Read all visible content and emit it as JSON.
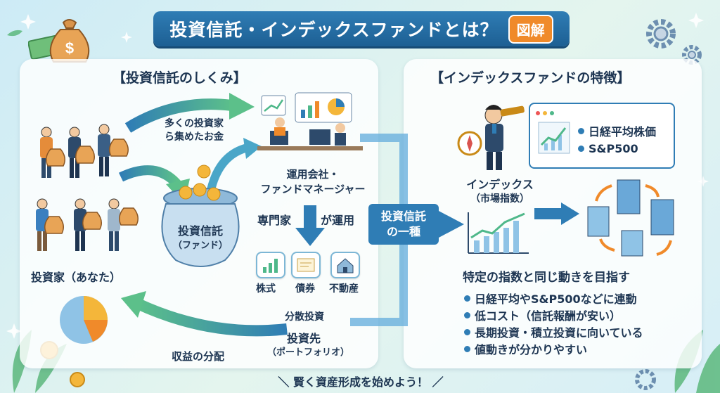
{
  "header": {
    "title": "投資信託・インデックスファンドとは？",
    "tag": "図解"
  },
  "left_panel": {
    "title": "【投資信託のしくみ】",
    "investors_label": "投資家（あなた）",
    "flow_note": [
      "多くの投資家",
      "ら集めたお金"
    ],
    "fund_pot": [
      "投資信託",
      "（ファンド）"
    ],
    "manager_label": [
      "運用会社・",
      "ファンドマネージャー"
    ],
    "experts_label": "専門家",
    "managed_label": "が運用",
    "assets": [
      "株式",
      "債券",
      "不動産"
    ],
    "diversify_label": "分散投資",
    "destination_label": "投資先",
    "portfolio_label": "（ポートフォリオ）",
    "return_label": "収益の分配"
  },
  "center_box": [
    "投資信託",
    "の一種"
  ],
  "right_panel": {
    "title": "【インデックスファンドの特徴】",
    "speech_items": [
      "日経平均株価",
      "S&P500"
    ],
    "index_label": [
      "インデックス",
      "（市場指数）"
    ],
    "goal": "特定の指数と同じ動きを目指す",
    "features": [
      "日経平均やS&P500などに連動",
      "低コスト（信託報酬が安い）",
      "長期投資・積立投資に向いている",
      "値動きが分かりやすい"
    ]
  },
  "footer": "＼ 賢く資産形成を始めよう！ ／",
  "icons": {
    "currency": "$"
  },
  "colors": {
    "brand": "#2f7db5",
    "accent": "#f08a2a",
    "arrow_green": "#4fb88a",
    "arrow_blue": "#2f7db5"
  }
}
